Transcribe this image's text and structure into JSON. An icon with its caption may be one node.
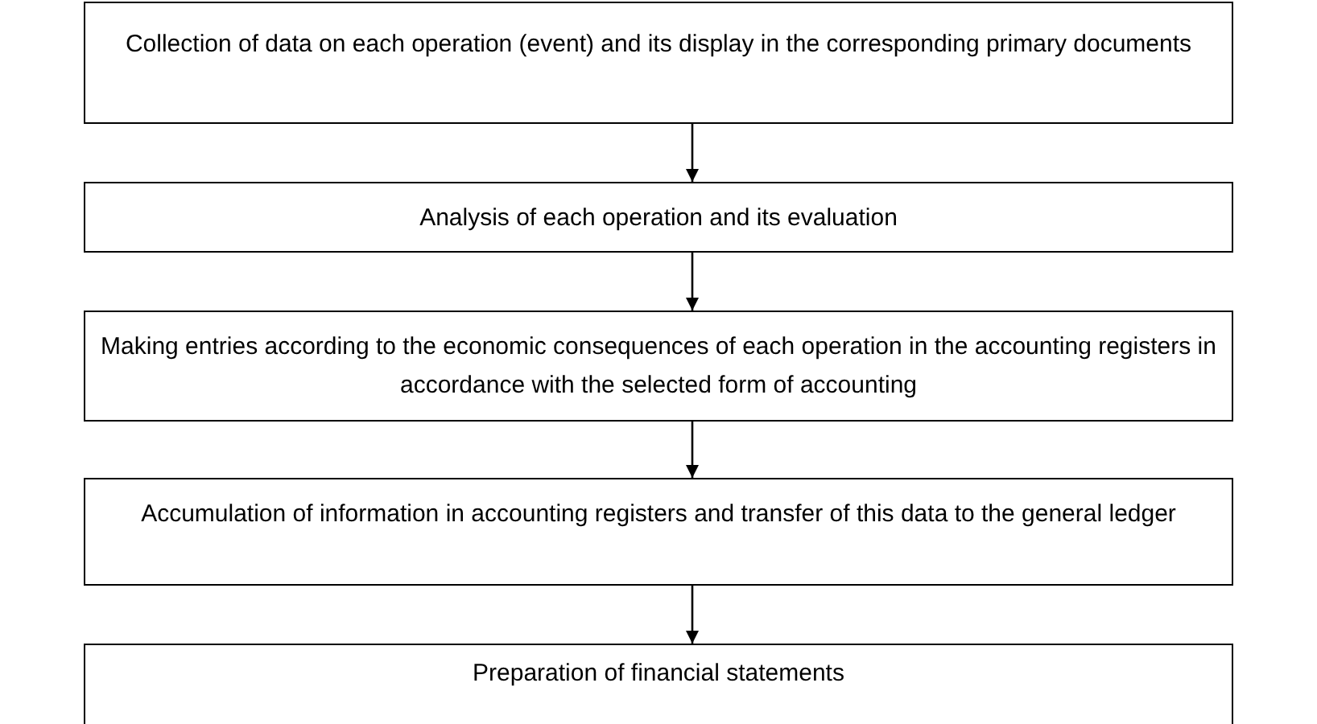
{
  "diagram": {
    "nodes": [
      {
        "text": [
          "Collection of data on each operation (event) and its display in the corresponding primary documents"
        ]
      },
      {
        "text": [
          "Analysis of each operation and its evaluation"
        ]
      },
      {
        "text": [
          "Making entries according to the economic consequences of each operation in the accounting registers in accordance with the selected form of accounting"
        ]
      },
      {
        "text": [
          "Accumulation of information in accounting registers and transfer of this data to the general ledger"
        ]
      },
      {
        "text": [
          "Preparation of financial statements"
        ]
      }
    ],
    "edges": [
      {
        "from": 0,
        "to": 1,
        "arrow": "to"
      },
      {
        "from": 1,
        "to": 2,
        "arrow": "to"
      },
      {
        "from": 2,
        "to": 3,
        "arrow": "to"
      },
      {
        "from": 3,
        "to": 4,
        "arrow": "to"
      }
    ]
  }
}
